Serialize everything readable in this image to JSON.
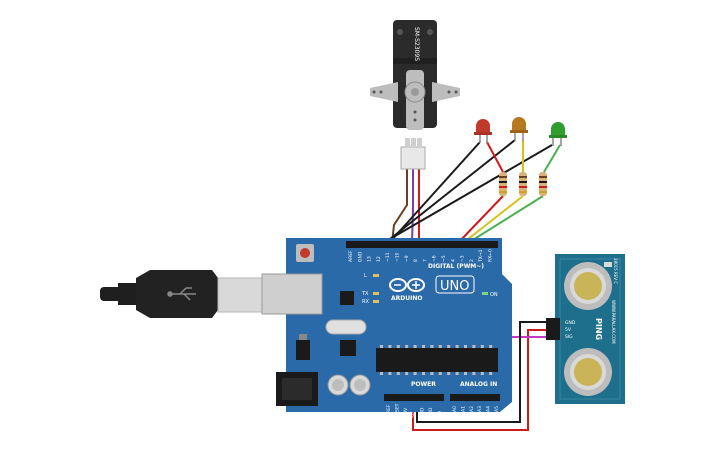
{
  "servo": {
    "model": "SM-S2309S",
    "body_color": "#2b2b2b",
    "horn_color": "#bdbdbd"
  },
  "leds": [
    {
      "color": "#c0392b"
    },
    {
      "color": "#b7791f"
    },
    {
      "color": "#2f9e2f"
    }
  ],
  "arduino": {
    "board_color": "#2b6aa8",
    "brand": "ARDUINO",
    "model": "UNO",
    "on_label": "ON",
    "digital_label": "DIGITAL (PWM~)",
    "power_label": "POWER",
    "analog_label": "ANALOG IN",
    "l_label": "L",
    "tx_label": "TX",
    "rx_label": "RX",
    "digital_pins": [
      "AREF",
      "GND",
      "13",
      "12",
      "~11",
      "~10",
      "~9",
      "8",
      "7",
      "~6",
      "~5",
      "4",
      "~3",
      "2",
      "TX→1",
      "RX←0"
    ],
    "power_pins": [
      "IOREF",
      "RESET",
      "3.3V",
      "5V",
      "GND",
      "GND",
      "Vin"
    ],
    "analog_pins": [
      "A0",
      "A1",
      "A2",
      "A3",
      "A4",
      "A5"
    ]
  },
  "ping": {
    "board_color": "#1e6f8c",
    "label": "PING",
    "pins": [
      "GND",
      "5V",
      "SIG"
    ],
    "url": "WWW.PARALLAX.COM",
    "rev": "28015 REV C"
  },
  "wire_colors": {
    "black": "#1a1a1a",
    "red": "#d11a1a",
    "yellow": "#d4c21a",
    "green": "#4caf50",
    "purple": "#7b3fa8",
    "magenta": "#c23cc2",
    "brown": "#6b3f1f"
  },
  "usb_color": "#1f1f1f"
}
